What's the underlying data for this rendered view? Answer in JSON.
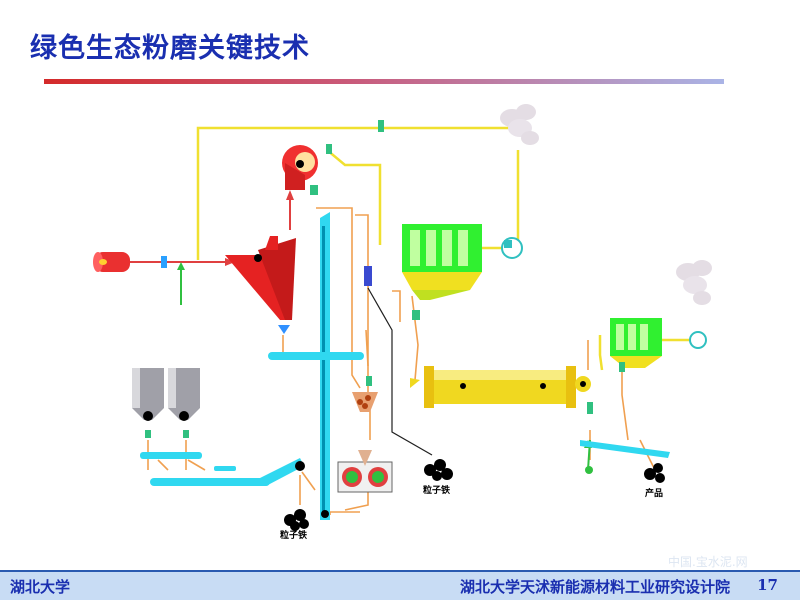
{
  "slide": {
    "title": "绿色生态粉磨关键技术"
  },
  "diagram": {
    "labels": {
      "granular_iron_left": "粒子铁",
      "granular_iron_middle": "粒子铁",
      "product": "产品"
    }
  },
  "footer": {
    "left_text": "湖北大学",
    "right_text": "湖北大学天沭新能源材料工业研究设计院",
    "page_number": "17"
  },
  "watermark": "中国.宝水泥.网"
}
